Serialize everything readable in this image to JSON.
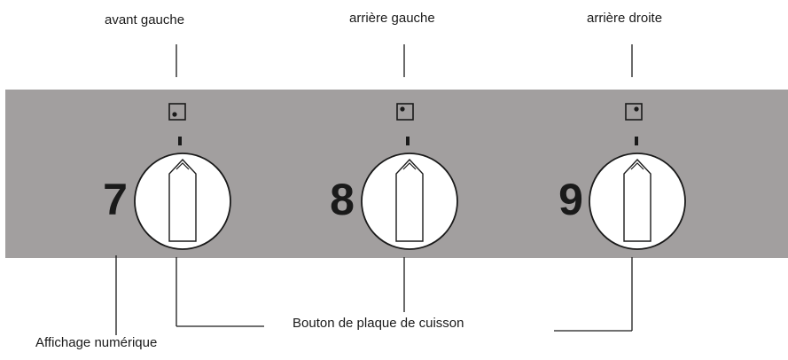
{
  "labels": {
    "front_left": "avant gauche",
    "rear_left": "arrière gauche",
    "rear_right": "arrière droite",
    "knob": "Bouton de plaque de cuisson",
    "display": "Affichage numérique"
  },
  "zones": [
    {
      "display": "7",
      "indicator": "front-left"
    },
    {
      "display": "8",
      "indicator": "rear-left"
    },
    {
      "display": "9",
      "indicator": "rear-right"
    }
  ],
  "colors": {
    "panel": "#a29f9f",
    "lines": "#1a1a1a",
    "knob_fill": "#ffffff"
  }
}
